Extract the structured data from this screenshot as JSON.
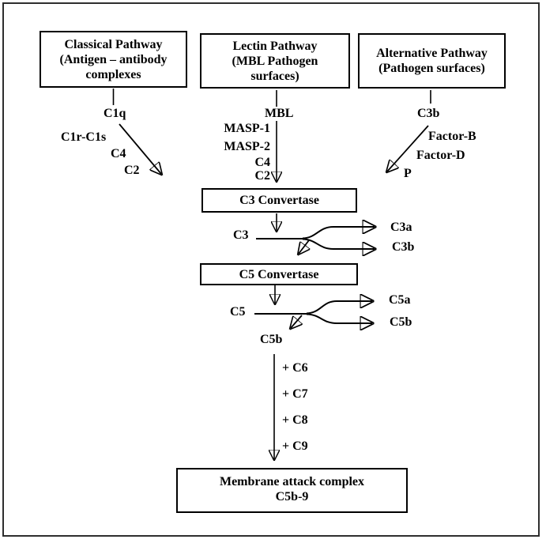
{
  "colors": {
    "ink": "#000000",
    "frame": "#2e2e2e",
    "background": "#ffffff"
  },
  "pathway_boxes": {
    "classical": {
      "lines": [
        "Classical Pathway",
        "(Antigen – antibody",
        "complexes"
      ]
    },
    "lectin": {
      "lines": [
        "Lectin Pathway",
        "(MBL Pathogen",
        "surfaces)"
      ]
    },
    "alternative": {
      "lines": [
        "Alternative Pathway",
        "(Pathogen surfaces)"
      ]
    }
  },
  "process_boxes": {
    "c3_convertase": "C3 Convertase",
    "c5_convertase": "C5 Convertase",
    "mac": {
      "lines": [
        "Membrane attack complex",
        "C5b-9"
      ]
    }
  },
  "labels": {
    "classical_mediators": {
      "c1q": "C1q",
      "c1r_c1s": "C1r-C1s",
      "c4": "C4",
      "c2": "C2"
    },
    "lectin_mediators": {
      "mbl": "MBL",
      "masp1": "MASP-1",
      "masp2": "MASP-2",
      "c4": "C4",
      "c2": "C2"
    },
    "alternative_mediators": {
      "c3b": "C3b",
      "factor_b": "Factor-B",
      "factor_d": "Factor-D",
      "p": "P"
    },
    "c3_cleavage": {
      "substrate": "C3",
      "product_a": "C3a",
      "product_b": "C3b"
    },
    "c5_cleavage": {
      "substrate": "C5",
      "product_a": "C5a",
      "product_b": "C5b",
      "c5b_fragment": "C5b"
    },
    "terminal_components": [
      "+ C6",
      "+ C7",
      "+ C8",
      "+ C9"
    ]
  }
}
